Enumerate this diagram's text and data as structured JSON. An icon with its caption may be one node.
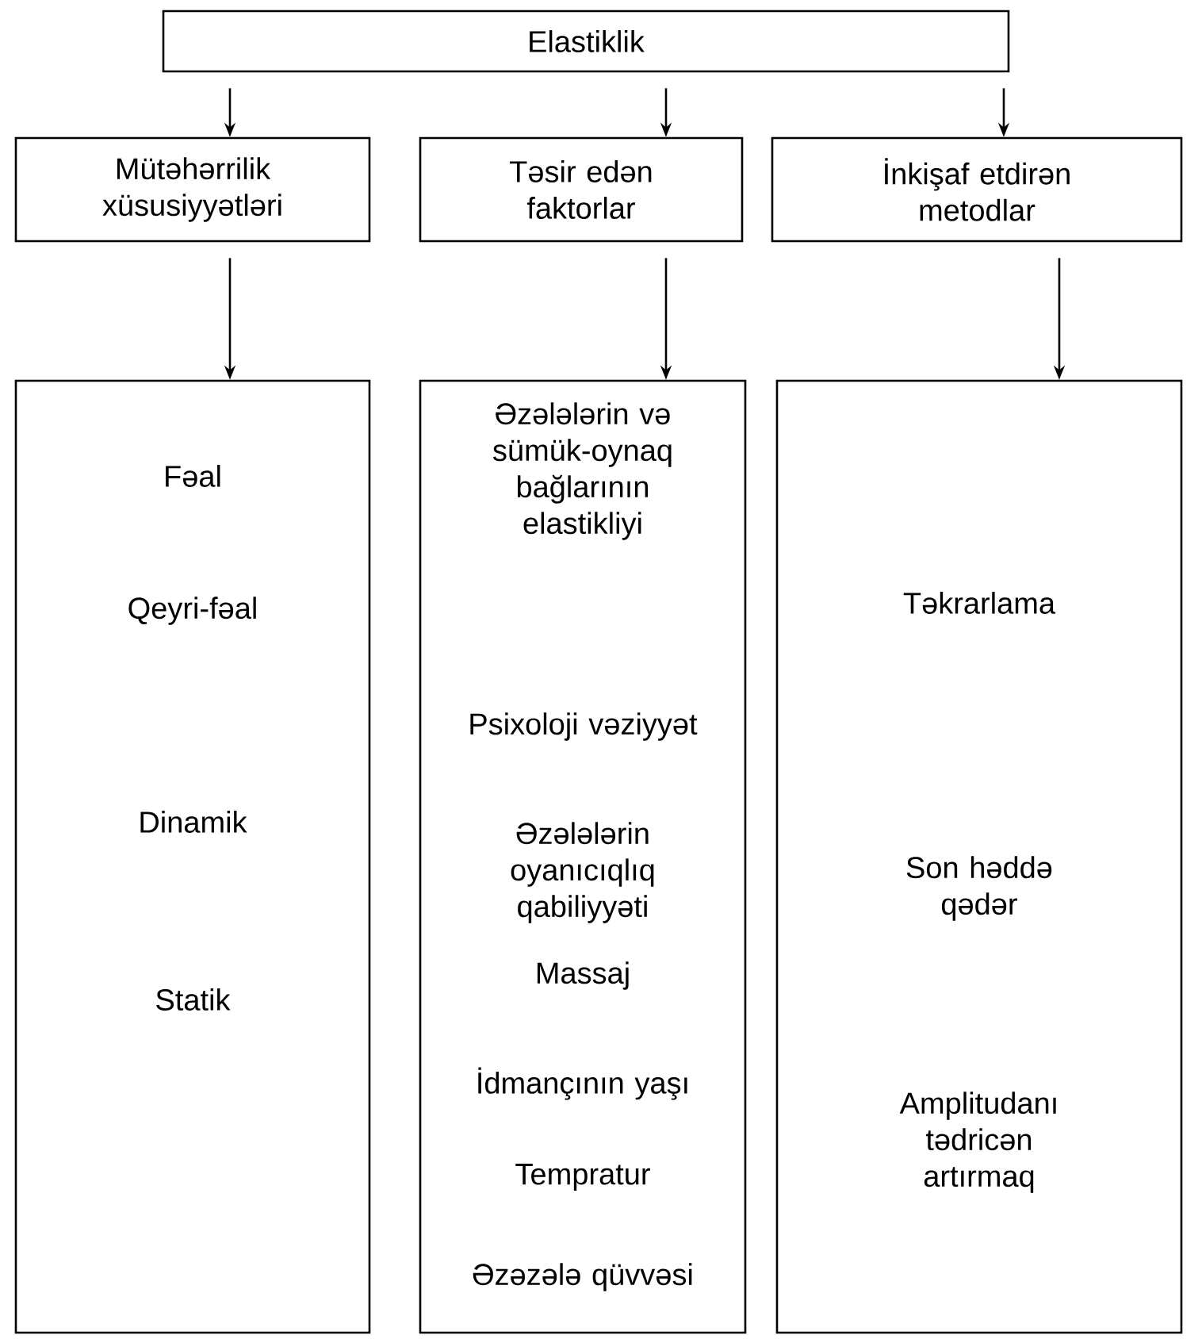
{
  "diagram": {
    "nodes": [
      {
        "text": [
          "Elastiklik"
        ]
      },
      {
        "text": [
          "Mütəhərrilik xüsusiyyətləri"
        ]
      },
      {
        "text": [
          "Təsir edən faktorlar"
        ]
      },
      {
        "text": [
          "İnkişaf etdirən metodlar"
        ]
      },
      {
        "text": [
          "Fəal",
          "Qeyri-fəal",
          "Dinamik",
          "Statik"
        ]
      },
      {
        "text": [
          "Əzələlərin və sümük-oynaq bağlarının elastikliyi",
          "Psixoloji vəziyyət",
          "Əzələlərin oyanıcıqlıq qabiliyyəti",
          "Massaj",
          "İdmançının yaşı",
          "Tempratur",
          "Əzəzələ qüvvəsi"
        ]
      },
      {
        "text": [
          "Təkrarlama",
          "Son həddə qədər",
          "Amplitudanı tədricən artırmaq"
        ]
      }
    ],
    "edges": [
      {
        "from": 0,
        "to": 1,
        "arrow": "to"
      },
      {
        "from": 0,
        "to": 2,
        "arrow": "to"
      },
      {
        "from": 0,
        "to": 3,
        "arrow": "to"
      },
      {
        "from": 1,
        "to": 4,
        "arrow": "to"
      },
      {
        "from": 2,
        "to": 5,
        "arrow": "to"
      },
      {
        "from": 3,
        "to": 6,
        "arrow": "to"
      }
    ]
  }
}
